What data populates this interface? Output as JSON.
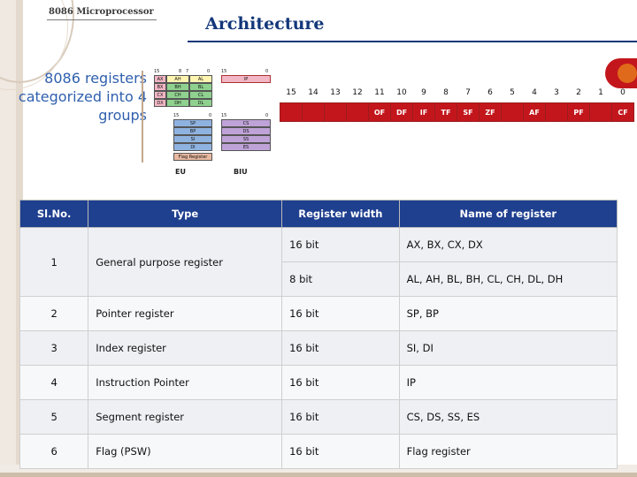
{
  "header": {
    "slide_tag": "8086 Microprocessor",
    "title": "Architecture"
  },
  "lead_text": "8086 registers categorized into 4 groups",
  "diagram": {
    "top_ruler_left": [
      "15",
      "8",
      "7",
      "0"
    ],
    "top_ruler_right": [
      "15",
      "0"
    ],
    "ip_label": "IP",
    "general_registers": [
      {
        "name": "AX",
        "high": "AH",
        "low": "AL"
      },
      {
        "name": "BX",
        "high": "BH",
        "low": "BL"
      },
      {
        "name": "CX",
        "high": "CH",
        "low": "CL"
      },
      {
        "name": "DX",
        "high": "DH",
        "low": "DL"
      }
    ],
    "pointer_index_ruler": [
      "15",
      "0"
    ],
    "pointer_index": [
      "SP",
      "BP",
      "SI",
      "DI"
    ],
    "flag_register_label": "Flag Register",
    "segment_ruler": [
      "15",
      "0"
    ],
    "segments": [
      "CS",
      "DS",
      "SS",
      "ES"
    ],
    "unit_labels": {
      "left": "EU",
      "right": "BIU"
    }
  },
  "flag_register": {
    "bit_numbers": [
      "15",
      "14",
      "13",
      "12",
      "11",
      "10",
      "9",
      "8",
      "7",
      "6",
      "5",
      "4",
      "3",
      "2",
      "1",
      "0"
    ],
    "bits": [
      {
        "index": 15,
        "label": ""
      },
      {
        "index": 14,
        "label": ""
      },
      {
        "index": 13,
        "label": ""
      },
      {
        "index": 12,
        "label": ""
      },
      {
        "index": 11,
        "label": "OF"
      },
      {
        "index": 10,
        "label": "DF"
      },
      {
        "index": 9,
        "label": "IF"
      },
      {
        "index": 8,
        "label": "TF"
      },
      {
        "index": 7,
        "label": "SF"
      },
      {
        "index": 6,
        "label": "ZF"
      },
      {
        "index": 5,
        "label": ""
      },
      {
        "index": 4,
        "label": "AF"
      },
      {
        "index": 3,
        "label": ""
      },
      {
        "index": 2,
        "label": "PF"
      },
      {
        "index": 1,
        "label": ""
      },
      {
        "index": 0,
        "label": "CF"
      }
    ],
    "accent_color": "#c3161c"
  },
  "table": {
    "headers": [
      "Sl.No.",
      "Type",
      "Register width",
      "Name of register"
    ],
    "rows": [
      {
        "sl": "1",
        "type": "General purpose register",
        "width": "16 bit",
        "name": "AX, BX, CX, DX"
      },
      {
        "sl": "",
        "type": "",
        "width": "8 bit",
        "name": "AL, AH, BL, BH, CL, CH, DL, DH"
      },
      {
        "sl": "2",
        "type": "Pointer register",
        "width": "16 bit",
        "name": "SP, BP"
      },
      {
        "sl": "3",
        "type": "Index register",
        "width": "16 bit",
        "name": "SI, DI"
      },
      {
        "sl": "4",
        "type": "Instruction Pointer",
        "width": "16 bit",
        "name": "IP"
      },
      {
        "sl": "5",
        "type": "Segment register",
        "width": "16 bit",
        "name": "CS, DS, SS, ES"
      },
      {
        "sl": "6",
        "type": "Flag (PSW)",
        "width": "16 bit",
        "name": "Flag register"
      }
    ]
  }
}
